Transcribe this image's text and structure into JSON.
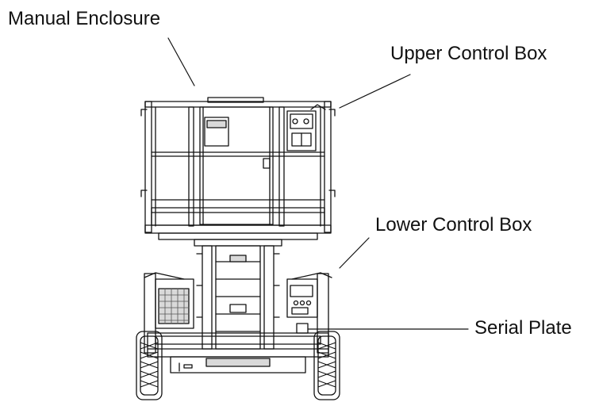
{
  "labels": {
    "manual_enclosure": "Manual Enclosure",
    "upper_control_box": "Upper Control Box",
    "lower_control_box": "Lower Control Box",
    "serial_plate": "Serial Plate"
  },
  "colors": {
    "line": "#111111",
    "background": "#ffffff",
    "shade": "#d9d9d9"
  }
}
